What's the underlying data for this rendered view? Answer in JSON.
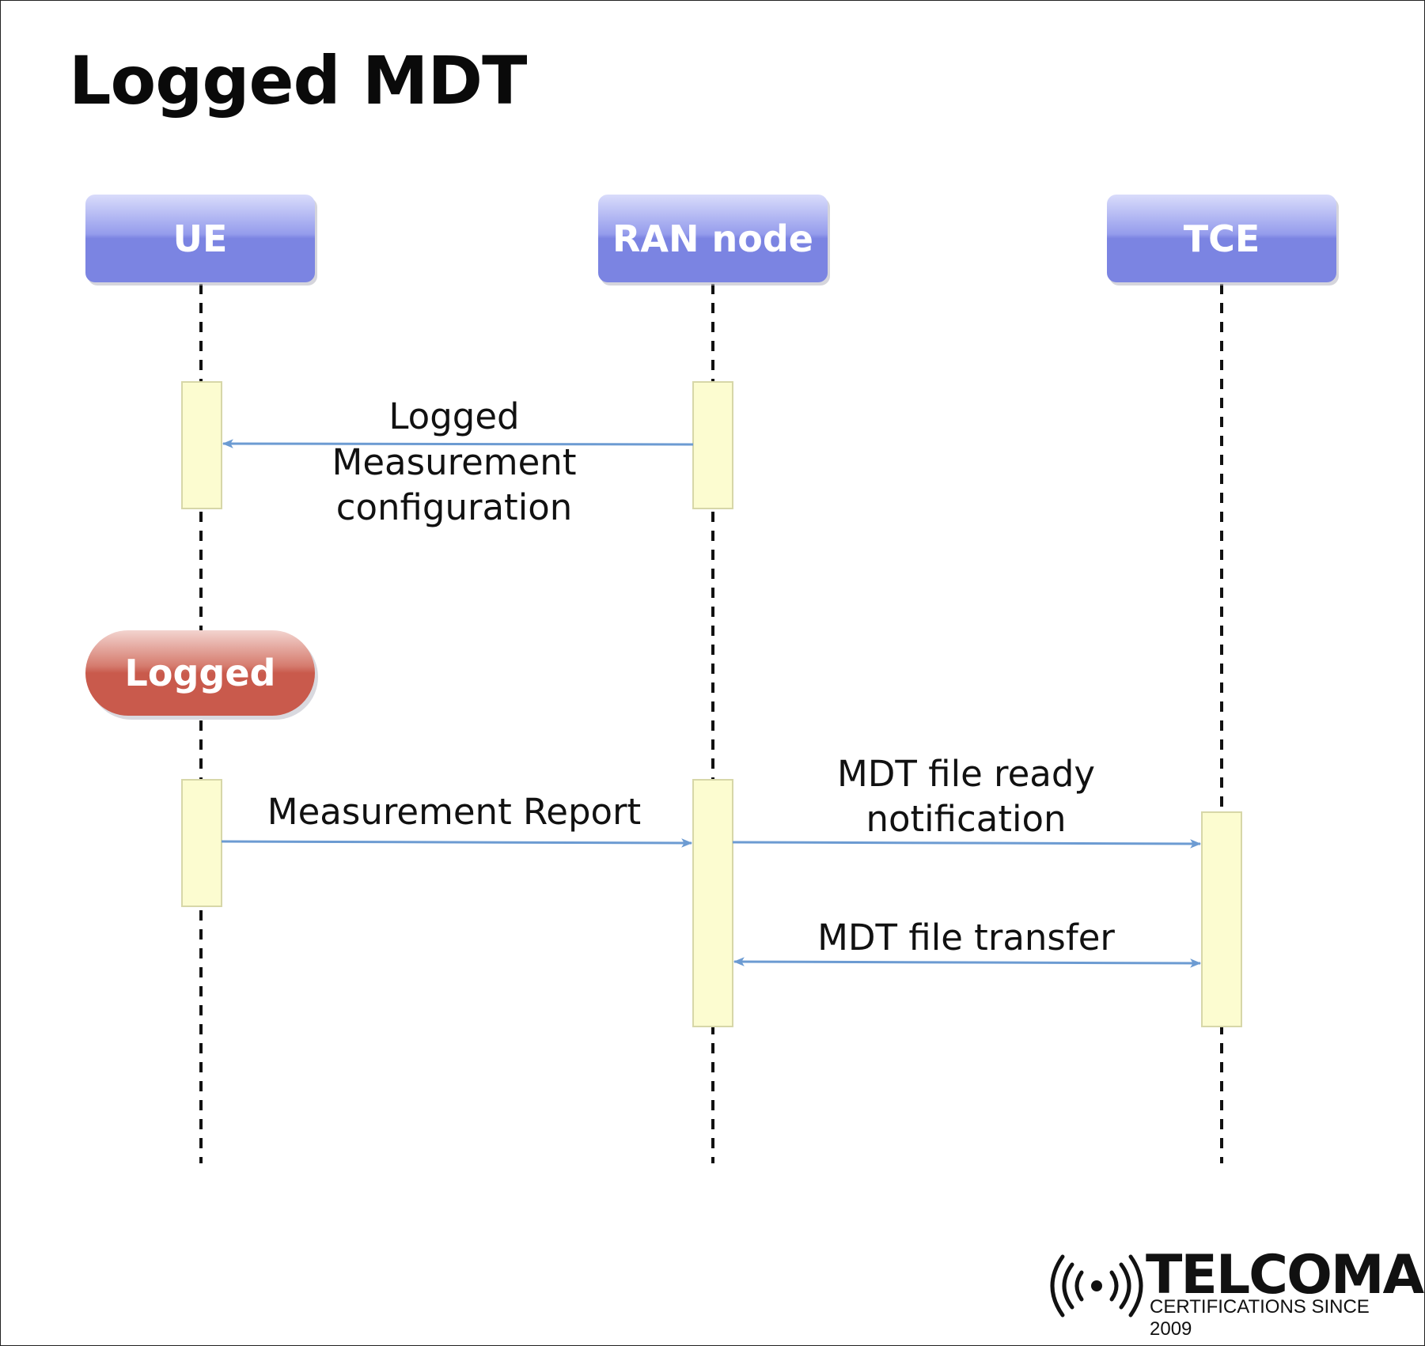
{
  "title": "Logged MDT",
  "actors": [
    {
      "id": "ue",
      "label": "UE"
    },
    {
      "id": "ran",
      "label": "RAN node"
    },
    {
      "id": "tce",
      "label": "TCE"
    }
  ],
  "state": {
    "label": "Logged"
  },
  "messages": [
    {
      "id": "cfg",
      "from": "ran",
      "to": "ue",
      "lines": [
        "Logged",
        "Measurement",
        "configuration"
      ],
      "direction": "one-way"
    },
    {
      "id": "report",
      "from": "ue",
      "to": "ran",
      "lines": [
        "Measurement Report"
      ],
      "direction": "one-way"
    },
    {
      "id": "ready",
      "from": "ran",
      "to": "tce",
      "lines": [
        "MDT file ready",
        "notification"
      ],
      "direction": "one-way"
    },
    {
      "id": "transfer",
      "from": "ran",
      "to": "tce",
      "lines": [
        "MDT file transfer"
      ],
      "direction": "two-way"
    }
  ],
  "colors": {
    "actor_fill": "#7b84e2",
    "actor_highlight": "#c7cbf6",
    "state_fill": "#c95a4c",
    "activation_fill": "#fcfcd0",
    "activation_border": "#d7d7a8",
    "arrow": "#6c9bd2",
    "lifeline": "#111111"
  },
  "logo": {
    "name": "TELCOMA",
    "tagline": "CERTIFICATIONS SINCE 2009",
    "icon": "broadcast-signal-icon"
  }
}
